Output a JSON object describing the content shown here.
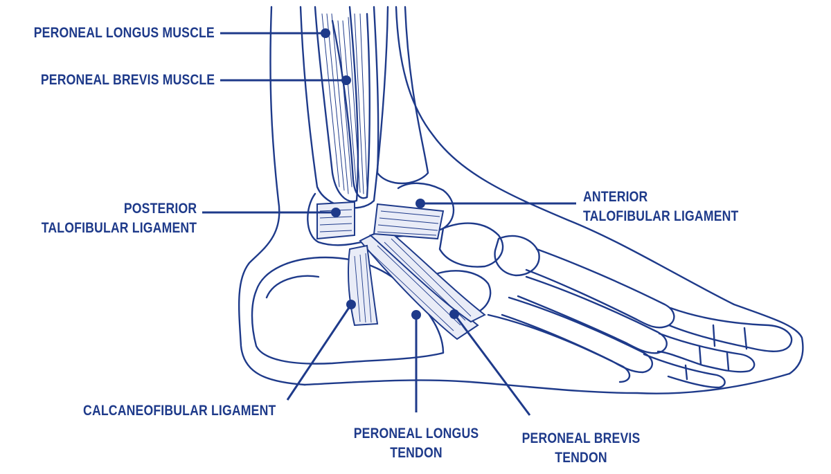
{
  "colors": {
    "ink": "#1e3a8a",
    "paper": "#ffffff",
    "tendon_fill": "#e9ecf7"
  },
  "labels": {
    "peroneal_longus_muscle": "PERONEAL LONGUS MUSCLE",
    "peroneal_brevis_muscle": "PERONEAL BREVIS MUSCLE",
    "posterior_talofibular_1": "POSTERIOR",
    "posterior_talofibular_2": "TALOFIBULAR LIGAMENT",
    "anterior_talofibular_1": "ANTERIOR",
    "anterior_talofibular_2": "TALOFIBULAR LIGAMENT",
    "calcaneofibular": "CALCANEOFIBULAR LIGAMENT",
    "peroneal_longus_tendon_1": "PERONEAL LONGUS",
    "peroneal_longus_tendon_2": "TENDON",
    "peroneal_brevis_tendon_1": "PERONEAL BREVIS",
    "peroneal_brevis_tendon_2": "TENDON"
  }
}
